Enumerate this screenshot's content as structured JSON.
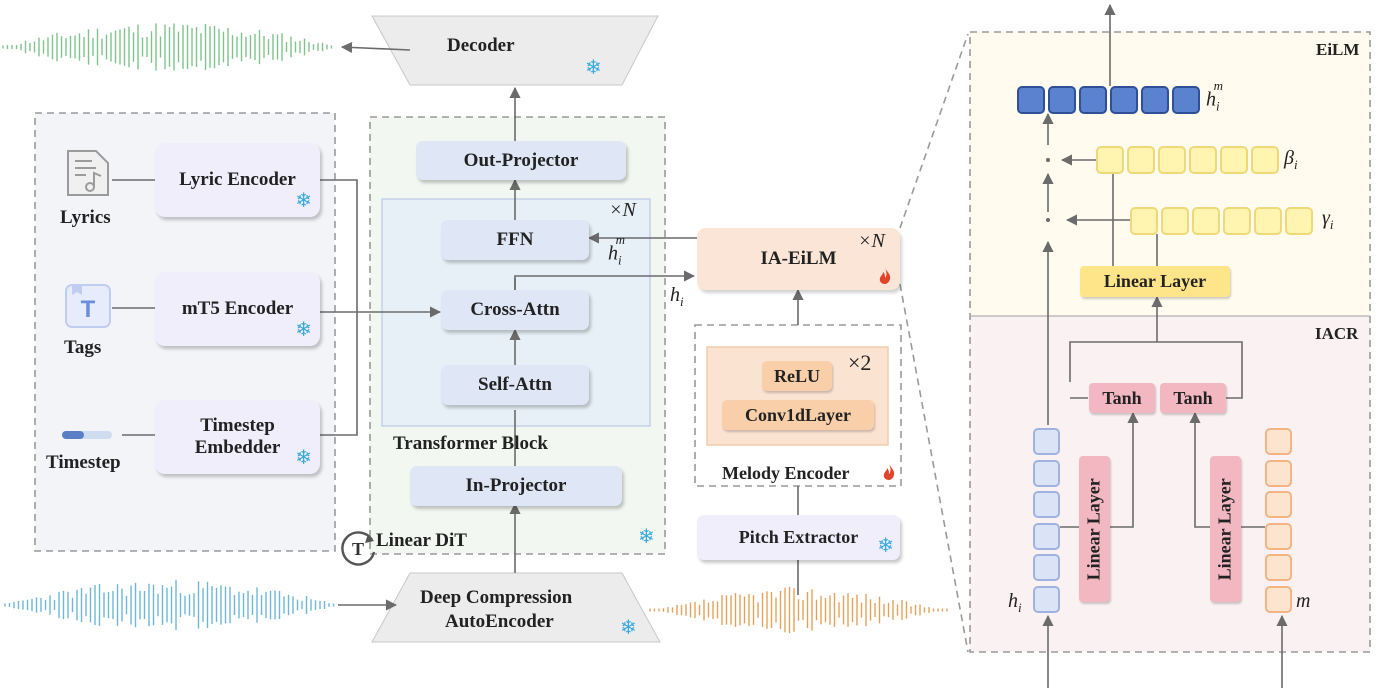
{
  "colors": {
    "input_wave": "#6fb6d6",
    "output_wave": "#7fc28c",
    "pitch_wave": "#e3a25a",
    "snowflake": "#39a9dc",
    "fire": "#e0452b",
    "block_blue": "#dfe6f6",
    "block_peach": "#fbe5d6",
    "eilm_bg": "#fffbee",
    "iacr_bg": "#faf1f3"
  },
  "icons": {
    "lyrics": "lyrics-document-icon",
    "tags": "tags-t-icon",
    "timestep": "timestep-bar-icon",
    "frozen": "snowflake-icon",
    "trainable": "fire-icon",
    "linear_dit": "t-rotate-icon"
  },
  "inputs": {
    "lyrics": "Lyrics",
    "tags": "Tags",
    "timestep": "Timestep"
  },
  "encoders": {
    "lyric": "Lyric Encoder",
    "mt5": "mT5 Encoder",
    "timestep_line1": "Timestep",
    "timestep_line2": "Embedder"
  },
  "dit": {
    "decoder": "Decoder",
    "out_projector": "Out-Projector",
    "ffn": "FFN",
    "cross_attn": "Cross-Attn",
    "self_attn": "Self-Attn",
    "transformer_block": "Transformer Block",
    "in_projector": "In-Projector",
    "linear_dit": "Linear DiT",
    "dc_line1": "Deep Compression",
    "dc_line2": "AutoEncoder",
    "repeat": "×N",
    "h_m": "h",
    "h_m_sub": "i",
    "h_m_sup": "m",
    "h_i": "h",
    "h_i_sub": "i"
  },
  "melody": {
    "ia_eilm": "IA-EiLM",
    "repeat": "×N",
    "relu": "ReLU",
    "conv": "Conv1dLayer",
    "repeat2": "×2",
    "melody_encoder": "Melody Encoder",
    "pitch_extractor": "Pitch Extractor"
  },
  "detail": {
    "eilm": "EiLM",
    "iacr": "IACR",
    "linear_layer": "Linear Layer",
    "tanh": "Tanh",
    "linear_layer_v1": "Linear Layer",
    "linear_layer_v2": "Linear Layer",
    "out_h": "h",
    "out_h_sub": "i",
    "out_h_sup": "m",
    "beta": "β",
    "beta_sub": "i",
    "gamma": "γ",
    "gamma_sub": "i",
    "in_h": "h",
    "in_h_sub": "i",
    "in_m": "m"
  }
}
